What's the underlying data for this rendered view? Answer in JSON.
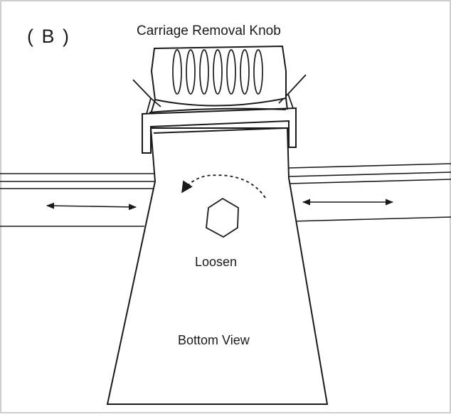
{
  "figure": {
    "panel_label": "( B )",
    "knob_label": "Carriage Removal Knob",
    "action_label": "Loosen",
    "view_label": "Bottom View"
  },
  "colors": {
    "line": "#1a1a1a",
    "paper": "#ffffff",
    "border": "#cfcfcf"
  }
}
